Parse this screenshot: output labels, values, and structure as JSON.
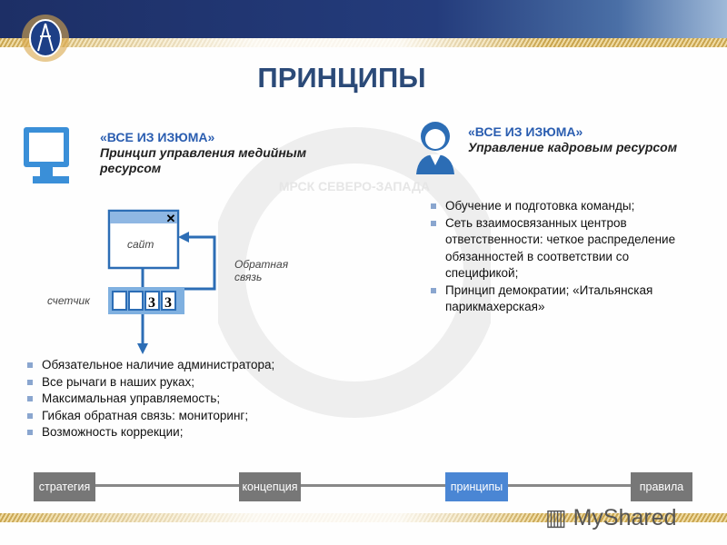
{
  "title": "ПРИНЦИПЫ",
  "left": {
    "quote": "«ВСЕ ИЗ ИЗЮМА»",
    "subtitle": "Принцип управления медийным ресурсом",
    "diagram": {
      "site": "сайт",
      "counter": "счетчик",
      "feedback": "Обратная связь",
      "digits": [
        "",
        "",
        "3",
        "3"
      ]
    },
    "bullets": [
      "Обязательное наличие администратора;",
      "Все рычаги в наших руках;",
      "Максимальная управляемость;",
      "Гибкая обратная связь: мониторинг;",
      "Возможность коррекции;"
    ]
  },
  "right": {
    "quote": "«ВСЕ ИЗ ИЗЮМА»",
    "subtitle": "Управление кадровым ресурсом",
    "bullets": [
      "Обучение и подготовка команды;",
      "Сеть взаимосвязанных центров ответственности: четкое распределение обязанностей в соответствии со спецификой;",
      "Принцип демократии; «Итальянская парикмахерская»"
    ]
  },
  "watermark_center": "МРСК СЕВЕРО-ЗАПАДА",
  "nav": {
    "steps": [
      "стратегия",
      "концепция",
      "принципы",
      "правила"
    ],
    "active": 2,
    "active_color": "#4a86d4",
    "inactive_color": "#777777"
  },
  "watermark": "MyShared"
}
